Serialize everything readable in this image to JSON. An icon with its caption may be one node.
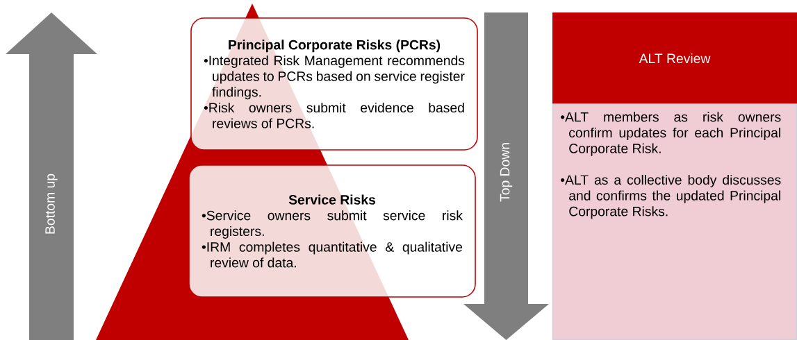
{
  "diagram": {
    "nodes": [
      {
        "text": [
          "Bottom up"
        ]
      },
      {
        "text": [
          "Principal Corporate Risks (PCRs)",
          "•Integrated Risk Management recommends updates to PCRs based on service register findings.",
          "•Risk owners submit evidence based reviews of PCRs."
        ]
      },
      {
        "text": [
          "Service Risks",
          "•Service owners submit service risk registers.",
          "•IRM completes quantitative & qualitative review of data."
        ]
      },
      {
        "text": [
          "Top Down"
        ]
      },
      {
        "text": [
          "ALT Review"
        ]
      },
      {
        "text": [
          "•ALT members as risk owners confirm updates for each Principal Corporate Risk.",
          "•ALT as a collective body discusses and confirms the updated Principal Corporate Risks."
        ]
      }
    ],
    "edges": []
  }
}
